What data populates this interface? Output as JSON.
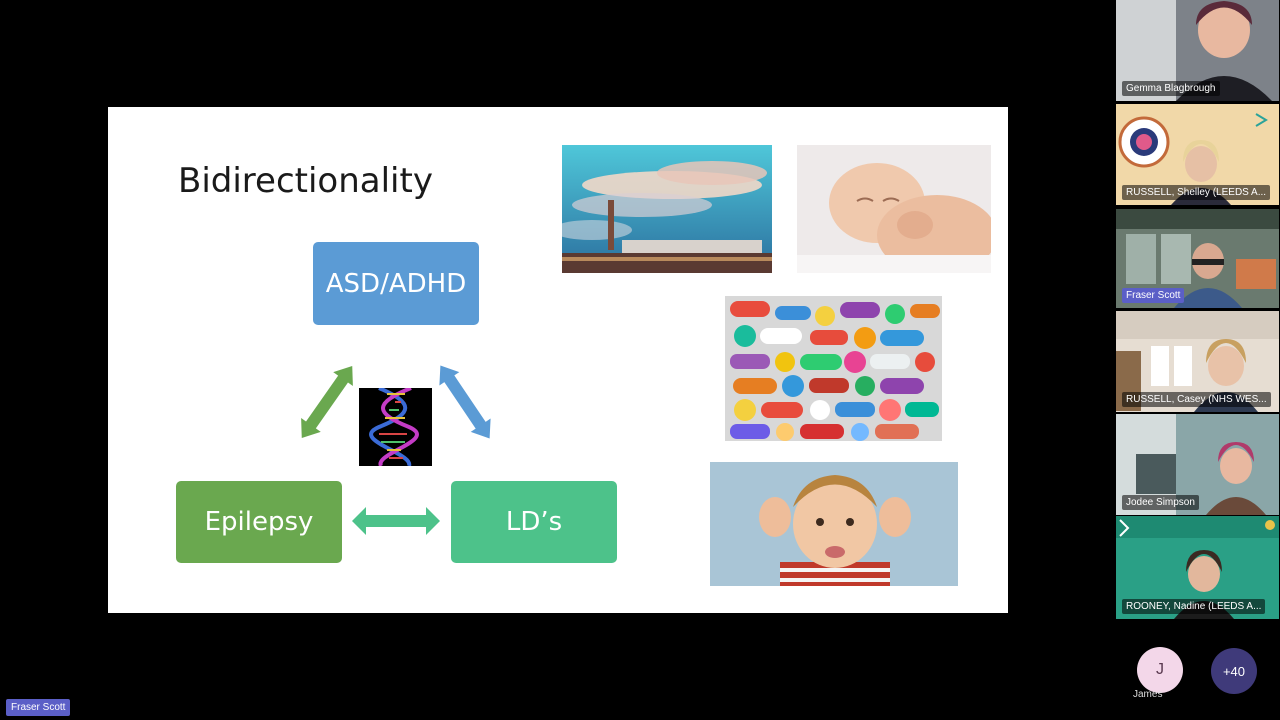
{
  "slide": {
    "title": "Bidirectionality",
    "boxes": {
      "asd": "ASD/ADHD",
      "epilepsy": "Epilepsy",
      "lds": "LD’s"
    },
    "colors": {
      "asd": "#5b9bd5",
      "epilepsy": "#6aa84f",
      "lds": "#4dc28a",
      "arrow_green": "#6aa84f",
      "arrow_blue": "#5b9bd5",
      "arrow_teal": "#4dc28a"
    }
  },
  "participants": [
    {
      "name": "Gemma Blagbrough"
    },
    {
      "name": "RUSSELL, Shelley (LEEDS A..."
    },
    {
      "name": "Fraser Scott"
    },
    {
      "name": "RUSSELL, Casey (NHS WES..."
    },
    {
      "name": "Jodee Simpson"
    },
    {
      "name": "ROONEY, Nadine (LEEDS A..."
    }
  ],
  "more": {
    "avatar_initial": "J",
    "avatar_name": "James",
    "overflow_count": "+40"
  },
  "presenter": {
    "name": "Fraser Scott"
  }
}
